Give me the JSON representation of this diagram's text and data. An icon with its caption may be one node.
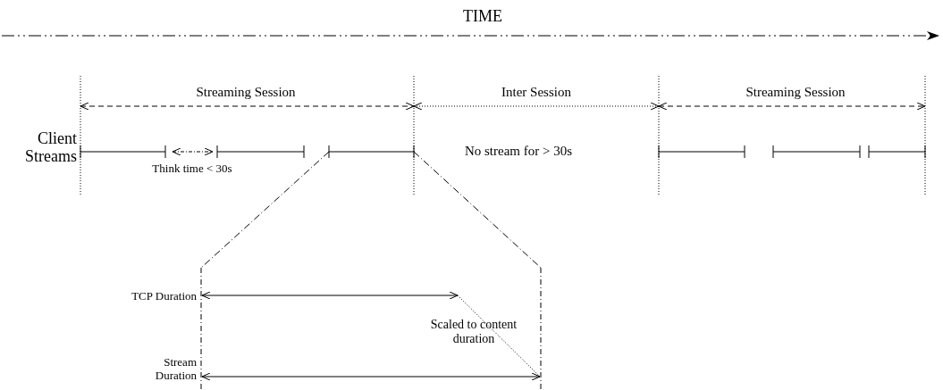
{
  "diagram": {
    "labels": [
      "TIME",
      "Streaming Session",
      "Inter Session",
      "Streaming Session",
      "Client Streams",
      "No stream for > 30s",
      "Think time < 30s",
      "TCP Duration",
      "Scaled to content duration",
      "Stream Duration"
    ]
  }
}
